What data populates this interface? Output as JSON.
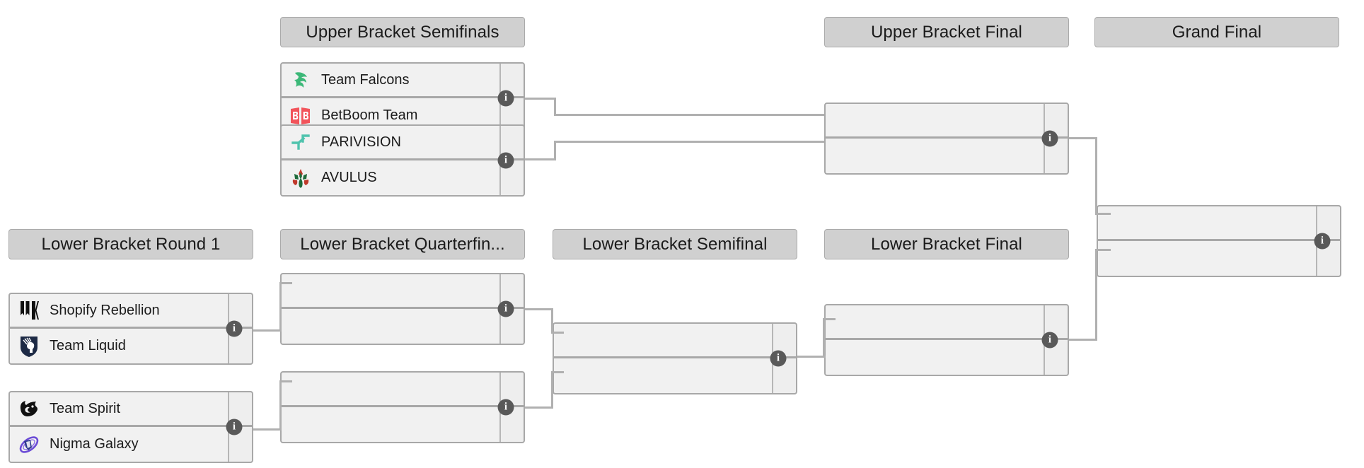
{
  "page": {
    "title": "Tournament Bracket",
    "background_color": "#ffffff",
    "line_color": "#b0b0b0",
    "header_bg": "#d0d0d0",
    "match_bg": "#f1f1f1"
  },
  "rounds": [
    {
      "id": "lower-bracket-round-1",
      "label": "Lower Bracket Round 1"
    },
    {
      "id": "upper-bracket-semifinals",
      "label": "Upper Bracket Semifinals"
    },
    {
      "id": "lower-bracket-quarterfinals",
      "label": "Lower Bracket Quarterfin..."
    },
    {
      "id": "lower-bracket-semifinal",
      "label": "Lower Bracket Semifinal"
    },
    {
      "id": "upper-bracket-final",
      "label": "Upper Bracket Final"
    },
    {
      "id": "lower-bracket-final",
      "label": "Lower Bracket Final"
    },
    {
      "id": "grand-final",
      "label": "Grand Final"
    }
  ],
  "matches": {
    "ubsf1": {
      "round": "upper-bracket-semifinals",
      "teams": [
        {
          "name": "Team Falcons",
          "logo": "team-falcons-logo",
          "score": ""
        },
        {
          "name": "BetBoom Team",
          "logo": "betboom-team-logo",
          "score": ""
        }
      ],
      "info_label": "i"
    },
    "ubsf2": {
      "round": "upper-bracket-semifinals",
      "teams": [
        {
          "name": "PARIVISION",
          "logo": "parivision-logo",
          "score": ""
        },
        {
          "name": "AVULUS",
          "logo": "avulus-logo",
          "score": ""
        }
      ],
      "info_label": "i"
    },
    "lbr1m1": {
      "round": "lower-bracket-round-1",
      "teams": [
        {
          "name": "Shopify Rebellion",
          "logo": "shopify-rebellion-logo",
          "score": ""
        },
        {
          "name": "Team Liquid",
          "logo": "team-liquid-logo",
          "score": ""
        }
      ],
      "info_label": "i"
    },
    "lbr1m2": {
      "round": "lower-bracket-round-1",
      "teams": [
        {
          "name": "Team Spirit",
          "logo": "team-spirit-logo",
          "score": ""
        },
        {
          "name": "Nigma Galaxy",
          "logo": "nigma-galaxy-logo",
          "score": ""
        }
      ],
      "info_label": "i"
    },
    "lbqf1": {
      "round": "lower-bracket-quarterfinals",
      "teams": [
        {
          "name": "",
          "logo": "",
          "score": ""
        },
        {
          "name": "",
          "logo": "",
          "score": ""
        }
      ],
      "info_label": "i"
    },
    "lbqf2": {
      "round": "lower-bracket-quarterfinals",
      "teams": [
        {
          "name": "",
          "logo": "",
          "score": ""
        },
        {
          "name": "",
          "logo": "",
          "score": ""
        }
      ],
      "info_label": "i"
    },
    "lbsf": {
      "round": "lower-bracket-semifinal",
      "teams": [
        {
          "name": "",
          "logo": "",
          "score": ""
        },
        {
          "name": "",
          "logo": "",
          "score": ""
        }
      ],
      "info_label": "i"
    },
    "ubf": {
      "round": "upper-bracket-final",
      "teams": [
        {
          "name": "",
          "logo": "",
          "score": ""
        },
        {
          "name": "",
          "logo": "",
          "score": ""
        }
      ],
      "info_label": "i"
    },
    "lbf": {
      "round": "lower-bracket-final",
      "teams": [
        {
          "name": "",
          "logo": "",
          "score": ""
        },
        {
          "name": "",
          "logo": "",
          "score": ""
        }
      ],
      "info_label": "i"
    },
    "gf": {
      "round": "grand-final",
      "teams": [
        {
          "name": "",
          "logo": "",
          "score": ""
        },
        {
          "name": "",
          "logo": "",
          "score": ""
        }
      ],
      "info_label": "i"
    }
  },
  "team_colors": {
    "team-falcons": "#3cb878",
    "betboom-team": "#f2545b",
    "parivision": "#4fc3ad",
    "avulus": "#c0392b",
    "shopify-rebellion": "#111111",
    "team-liquid": "#1d2a45",
    "team-spirit": "#111111",
    "nigma-galaxy": "#4b3f9e"
  }
}
